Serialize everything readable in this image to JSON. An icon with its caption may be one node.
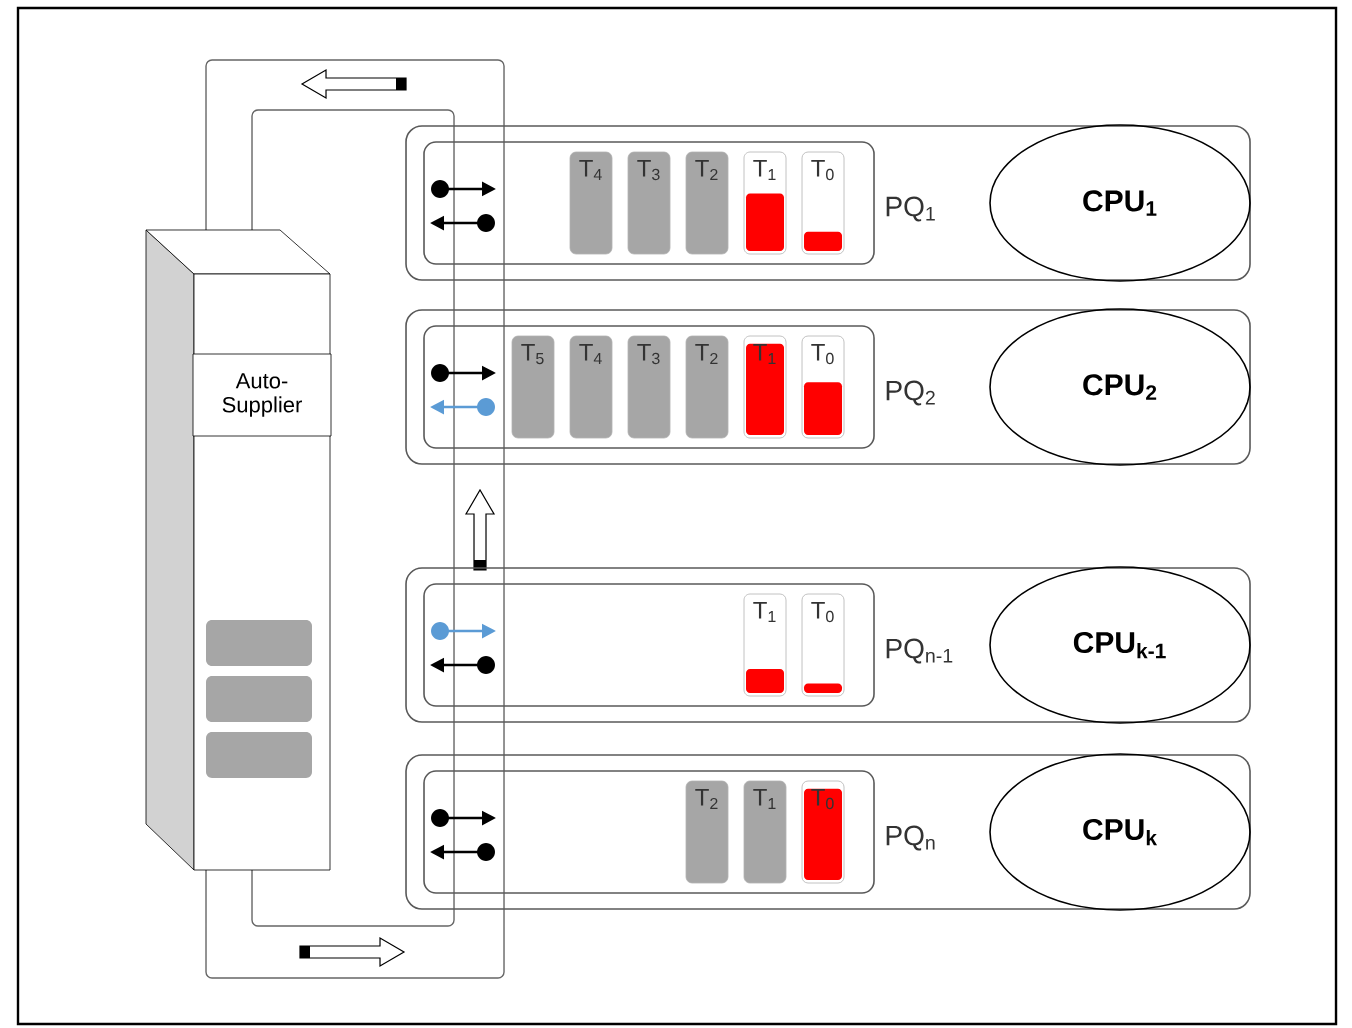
{
  "diagram": {
    "nodes": [
      {
        "text": [
          "Auto-Supplier"
        ]
      },
      {
        "text": [],
        "shape": "box"
      },
      {
        "text": [],
        "shape": "box",
        "in": 1,
        "beside": [
          "PQ$_{1}$"
        ]
      },
      {
        "text": [
          "T$_{4}$"
        ],
        "in": 2
      },
      {
        "text": [
          "T$_{3}$"
        ],
        "in": 2
      },
      {
        "text": [
          "T$_{2}$"
        ],
        "in": 2
      },
      {
        "text": [
          "T$_{1}$"
        ],
        "in": 2
      },
      {
        "text": [
          "T$_{0}$"
        ],
        "in": 2
      },
      {
        "text": [
          "CPU$_{1}$"
        ],
        "in": 1
      },
      {
        "text": [],
        "shape": "box"
      },
      {
        "text": [],
        "shape": "box",
        "in": 9,
        "beside": [
          "PQ$_{2}$"
        ]
      },
      {
        "text": [
          "T$_{5}$"
        ],
        "in": 10
      },
      {
        "text": [
          "T$_{4}$"
        ],
        "in": 10
      },
      {
        "text": [
          "T$_{3}$"
        ],
        "in": 10
      },
      {
        "text": [
          "T$_{2}$"
        ],
        "in": 10
      },
      {
        "text": [
          "T$_{1}$"
        ],
        "in": 10
      },
      {
        "text": [
          "T$_{0}$"
        ],
        "in": 10
      },
      {
        "text": [
          "CPU$_{2}$"
        ],
        "in": 9
      },
      {
        "text": [],
        "shape": "box"
      },
      {
        "text": [],
        "shape": "box",
        "in": 18,
        "beside": [
          "PQ$_{n-1}$"
        ]
      },
      {
        "text": [
          "T$_{1}$"
        ],
        "in": 19
      },
      {
        "text": [
          "T$_{0}$"
        ],
        "in": 19
      },
      {
        "text": [
          "CPU$_{k-1}$"
        ],
        "in": 18
      },
      {
        "text": [],
        "shape": "box"
      },
      {
        "text": [],
        "shape": "box",
        "in": 23,
        "beside": [
          "PQ$_{n}$"
        ]
      },
      {
        "text": [
          "T$_{2}$"
        ],
        "in": 24
      },
      {
        "text": [
          "T$_{1}$"
        ],
        "in": 24
      },
      {
        "text": [
          "T$_{0}$"
        ],
        "in": 24
      },
      {
        "text": [
          "CPU$_{k}$"
        ],
        "in": 23
      }
    ]
  }
}
